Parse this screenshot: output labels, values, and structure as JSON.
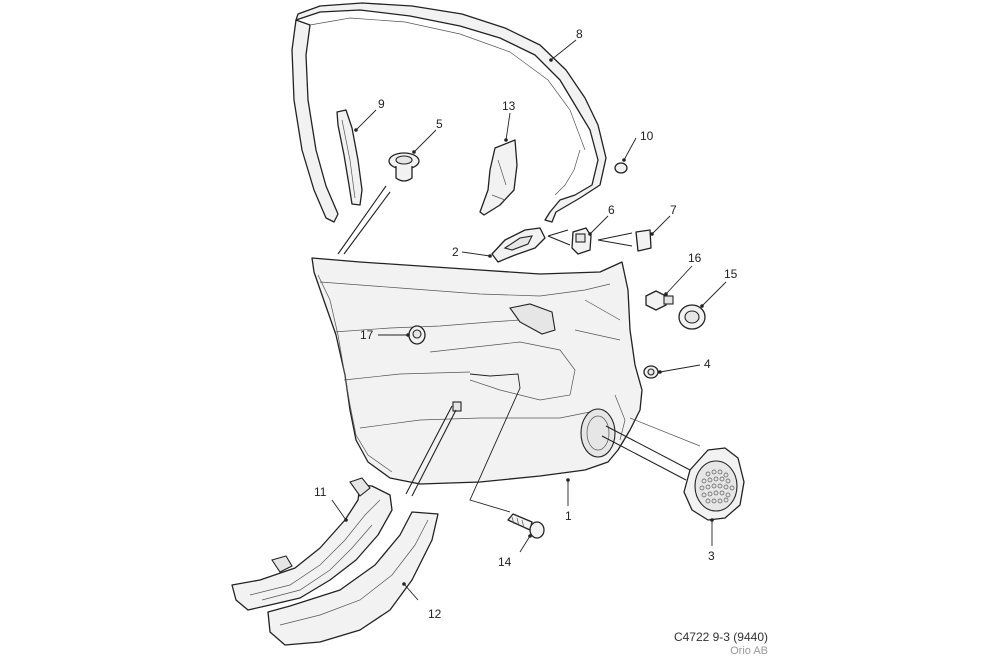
{
  "diagram": {
    "callouts": {
      "c1": "1",
      "c2": "2",
      "c3": "3",
      "c4": "4",
      "c5": "5",
      "c6": "6",
      "c7": "7",
      "c8": "8",
      "c9": "9",
      "c10": "10",
      "c11": "11",
      "c12": "12",
      "c13": "13",
      "c14": "14",
      "c15": "15",
      "c16": "16",
      "c17": "17"
    },
    "caption": {
      "code": "C4722 9-3 (9440)",
      "company": "Orio AB"
    }
  }
}
